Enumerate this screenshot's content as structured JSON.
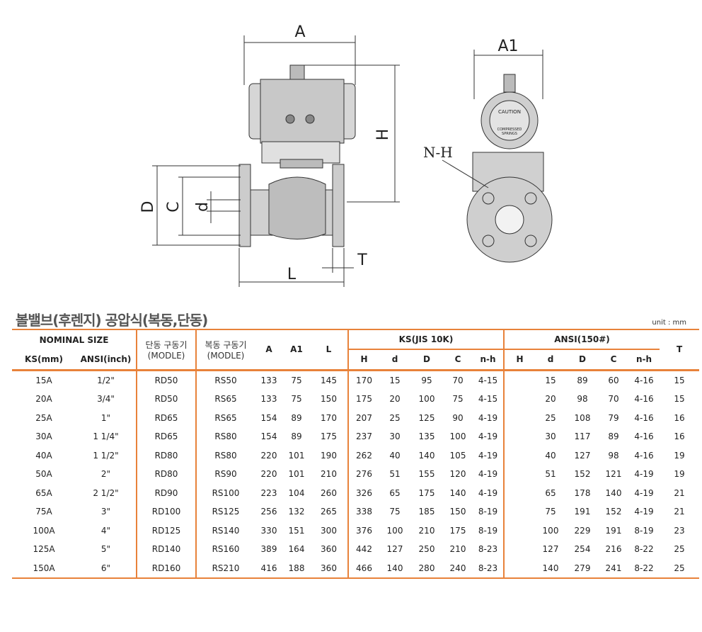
{
  "drawing": {
    "labels": {
      "A": "A",
      "H": "H",
      "D": "D",
      "C": "C",
      "d": "d",
      "L": "L",
      "T": "T",
      "A1": "A1",
      "NH": "N-H"
    },
    "caution": "CAUTION",
    "springs1": "COMPRESSED",
    "springs2": "SPRINGS"
  },
  "title": "볼밸브(후렌지) 공압식(복동,단동)",
  "unit": "unit : mm",
  "header": {
    "nominal": "NOMINAL SIZE",
    "ks_mm": "KS(mm)",
    "ansi_inch": "ANSI(inch)",
    "single": "단동 구동기",
    "single_model": "(MODLE)",
    "double": "복동 구동기",
    "double_model": "(MODLE)",
    "A": "A",
    "A1": "A1",
    "L": "L",
    "ks_group": "KS(JIS 10K)",
    "ansi_group": "ANSI(150#)",
    "H": "H",
    "d": "d",
    "D": "D",
    "C": "C",
    "nh": "n-h",
    "T": "T"
  },
  "rows": [
    [
      "15A",
      "1/2\"",
      "RD50",
      "RS50",
      "133",
      "75",
      "145",
      "170",
      "15",
      "95",
      "70",
      "4-15",
      "",
      "15",
      "89",
      "60",
      "4-16",
      "15"
    ],
    [
      "20A",
      "3/4\"",
      "RD50",
      "RS65",
      "133",
      "75",
      "150",
      "175",
      "20",
      "100",
      "75",
      "4-15",
      "",
      "20",
      "98",
      "70",
      "4-16",
      "15"
    ],
    [
      "25A",
      "1\"",
      "RD65",
      "RS65",
      "154",
      "89",
      "170",
      "207",
      "25",
      "125",
      "90",
      "4-19",
      "",
      "25",
      "108",
      "79",
      "4-16",
      "16"
    ],
    [
      "30A",
      "1 1/4\"",
      "RD65",
      "RS80",
      "154",
      "89",
      "175",
      "237",
      "30",
      "135",
      "100",
      "4-19",
      "",
      "30",
      "117",
      "89",
      "4-16",
      "16"
    ],
    [
      "40A",
      "1 1/2\"",
      "RD80",
      "RS80",
      "220",
      "101",
      "190",
      "262",
      "40",
      "140",
      "105",
      "4-19",
      "",
      "40",
      "127",
      "98",
      "4-16",
      "19"
    ],
    [
      "50A",
      "2\"",
      "RD80",
      "RS90",
      "220",
      "101",
      "210",
      "276",
      "51",
      "155",
      "120",
      "4-19",
      "",
      "51",
      "152",
      "121",
      "4-19",
      "19"
    ],
    [
      "65A",
      "2 1/2\"",
      "RD90",
      "RS100",
      "223",
      "104",
      "260",
      "326",
      "65",
      "175",
      "140",
      "4-19",
      "",
      "65",
      "178",
      "140",
      "4-19",
      "21"
    ],
    [
      "75A",
      "3\"",
      "RD100",
      "RS125",
      "256",
      "132",
      "265",
      "338",
      "75",
      "185",
      "150",
      "8-19",
      "",
      "75",
      "191",
      "152",
      "4-19",
      "21"
    ],
    [
      "100A",
      "4\"",
      "RD125",
      "RS140",
      "330",
      "151",
      "300",
      "376",
      "100",
      "210",
      "175",
      "8-19",
      "",
      "100",
      "229",
      "191",
      "8-19",
      "23"
    ],
    [
      "125A",
      "5\"",
      "RD140",
      "RS160",
      "389",
      "164",
      "360",
      "442",
      "127",
      "250",
      "210",
      "8-23",
      "",
      "127",
      "254",
      "216",
      "8-22",
      "25"
    ],
    [
      "150A",
      "6\"",
      "RD160",
      "RS210",
      "416",
      "188",
      "360",
      "466",
      "140",
      "280",
      "240",
      "8-23",
      "",
      "140",
      "279",
      "241",
      "8-22",
      "25"
    ]
  ]
}
